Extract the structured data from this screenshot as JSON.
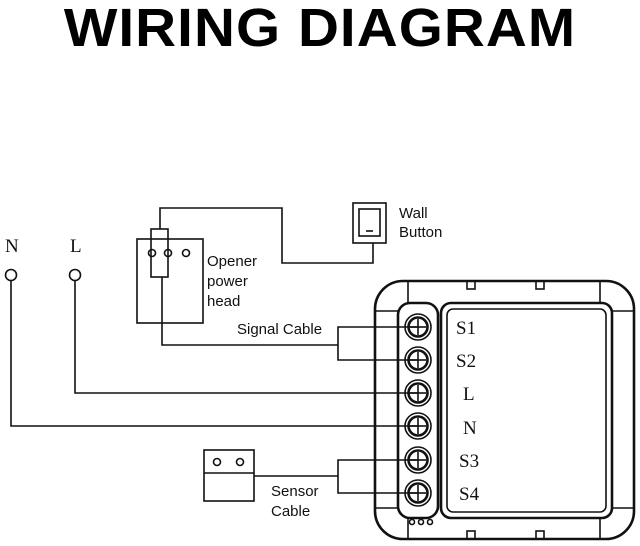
{
  "title": "WIRING DIAGRAM",
  "mains": {
    "neutral_label": "N",
    "live_label": "L"
  },
  "opener": {
    "label_line1": "Opener",
    "label_line2": "power",
    "label_line3": "head"
  },
  "wall_button": {
    "label_line1": "Wall",
    "label_line2": "Button"
  },
  "signal_cable": {
    "label": "Signal Cable"
  },
  "sensor_cable": {
    "label_line1": "Sensor",
    "label_line2": "Cable"
  },
  "module": {
    "terminals": [
      {
        "label": "S1"
      },
      {
        "label": "S2"
      },
      {
        "label": "L"
      },
      {
        "label": "N"
      },
      {
        "label": "S3"
      },
      {
        "label": "S4"
      }
    ]
  },
  "colors": {
    "line": "#111111",
    "background": "#ffffff"
  }
}
